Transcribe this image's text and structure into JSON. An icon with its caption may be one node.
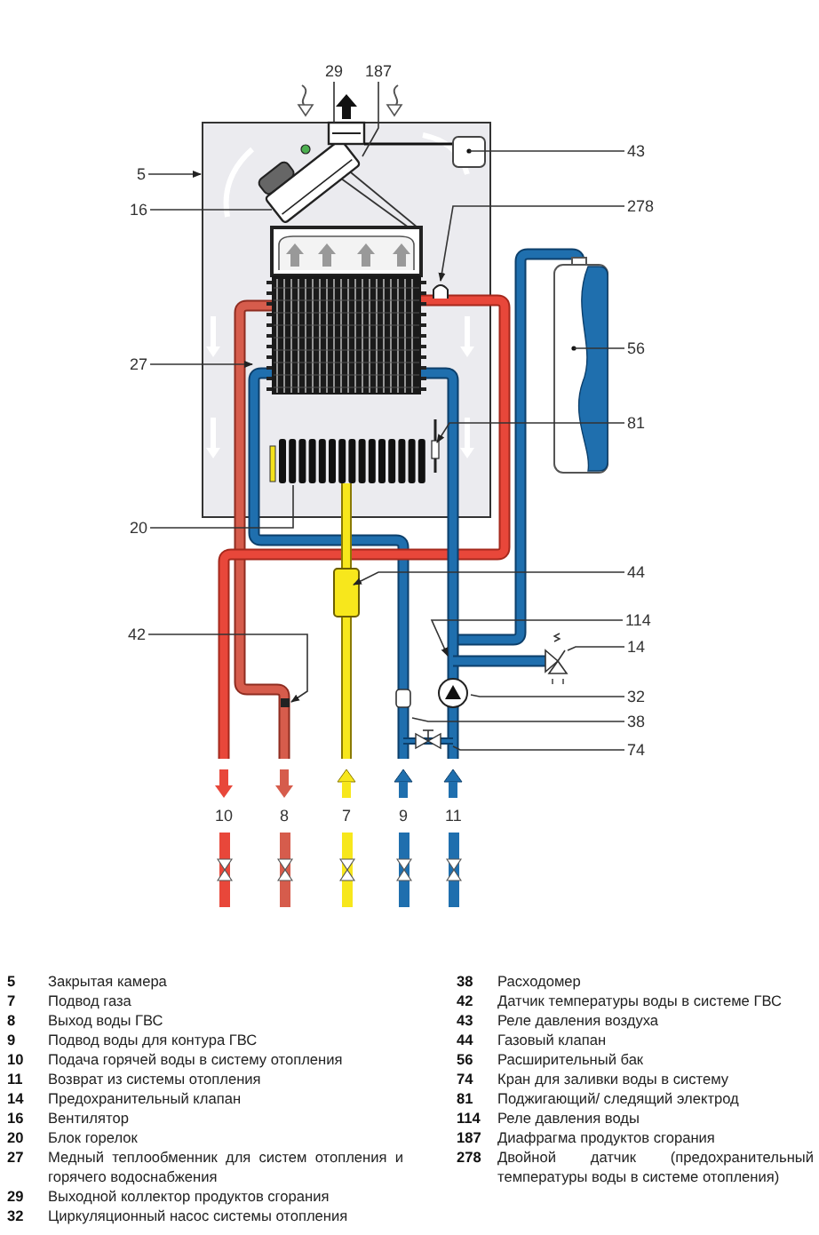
{
  "diagram": {
    "nodes": [
      {
        "text": [
          "29"
        ]
      },
      {
        "text": [
          "187"
        ]
      },
      {
        "text": [
          "43"
        ]
      },
      {
        "text": [
          "5"
        ]
      },
      {
        "text": [
          "278"
        ]
      },
      {
        "text": [
          "16"
        ]
      },
      {
        "text": [
          "56"
        ]
      },
      {
        "text": [
          "27"
        ]
      },
      {
        "text": [
          "81"
        ]
      },
      {
        "text": [
          "20"
        ]
      },
      {
        "text": [
          "44"
        ]
      },
      {
        "text": [
          "114"
        ]
      },
      {
        "text": [
          "42"
        ]
      },
      {
        "text": [
          "14"
        ]
      },
      {
        "text": [
          "32"
        ]
      },
      {
        "text": [
          "38"
        ]
      },
      {
        "text": [
          "74"
        ]
      }
    ],
    "edges": [
      {
        "from": 0,
        "to": null,
        "arrow": "none"
      },
      {
        "from": 1,
        "to": null,
        "arrow": "none"
      },
      {
        "from": 2,
        "to": null,
        "arrow": "none"
      },
      {
        "from": 3,
        "to": null,
        "arrow": "to"
      },
      {
        "from": 4,
        "to": null,
        "arrow": "to"
      },
      {
        "from": 5,
        "to": null,
        "arrow": "none"
      },
      {
        "from": 6,
        "to": null,
        "arrow": "none"
      },
      {
        "from": 7,
        "to": null,
        "arrow": "to"
      },
      {
        "from": 8,
        "to": null,
        "arrow": "to"
      },
      {
        "from": 9,
        "to": null,
        "arrow": "none"
      },
      {
        "from": 10,
        "to": null,
        "arrow": "to"
      },
      {
        "from": 11,
        "to": null,
        "arrow": "to"
      },
      {
        "from": 12,
        "to": null,
        "arrow": "to"
      },
      {
        "from": 13,
        "to": null,
        "arrow": "none"
      },
      {
        "from": 14,
        "to": null,
        "arrow": "none"
      },
      {
        "from": 15,
        "to": null,
        "arrow": "none"
      },
      {
        "from": 16,
        "to": null,
        "arrow": "none"
      }
    ],
    "labels": [
      "10",
      "8",
      "7",
      "9",
      "11",
      "5",
      "Закрытая камера",
      "7",
      "Подвод газа",
      "8",
      "Выход воды ГВС",
      "9",
      "Подвод воды для контура ГВС",
      "10",
      "Подача горячей воды в систему отопления",
      "11",
      "Возврат из системы отопления",
      "14",
      "Предохранительный клапан",
      "16",
      "Вентилятор",
      "20",
      "Блок горелок",
      "27",
      "Медный теплообменник для систем отопления и горячего водоснабжения",
      "29",
      "Выходной коллектор продуктов сгорания",
      "32",
      "Циркуляционный насос системы отопления",
      "38",
      "Расходомер",
      "42",
      "Датчик температуры воды в системе ГВС",
      "43",
      "Реле давления воздуха",
      "44",
      "Газовый клапан",
      "56",
      "Расширительный бак",
      "74",
      "Кран для заливки воды в систему",
      "81",
      "Поджигающий/ следящий электрод",
      "114",
      "Реле давления воды",
      "187",
      "Диафрагма продуктов сгорания",
      "278",
      "Двойной датчик (предохранительный температуры воды в системе отопления)"
    ]
  }
}
